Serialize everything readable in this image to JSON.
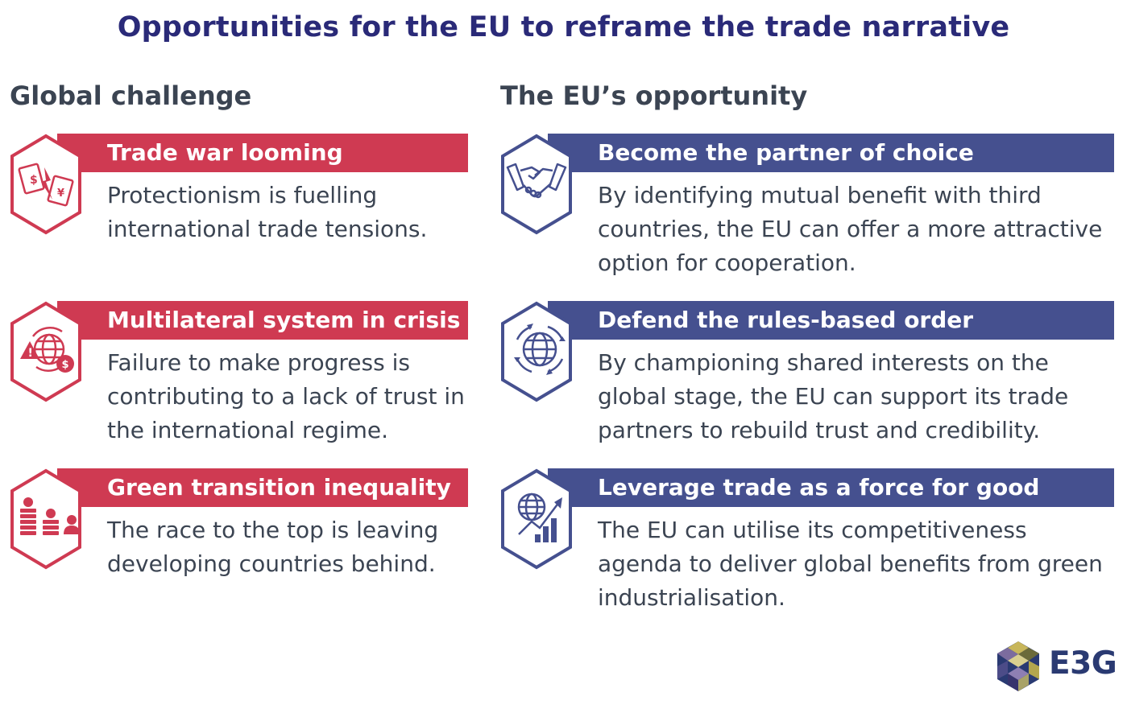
{
  "title": "Opportunities for the EU to reframe the trade narrative",
  "left_heading": "Global challenge",
  "right_heading": "The EU’s opportunity",
  "challenges": [
    {
      "title": "Trade war looming",
      "body": "Protectionism is fuelling international trade tensions.",
      "icon": "currency-conflict-icon"
    },
    {
      "title": "Multilateral system in crisis",
      "body": "Failure to make progress is contributing to a lack of trust in the international regime.",
      "icon": "globe-warning-icon"
    },
    {
      "title": "Green transition inequality",
      "body": "The race to the top is leaving developing countries behind.",
      "icon": "inequality-people-icon"
    }
  ],
  "opportunities": [
    {
      "title": "Become the partner of choice",
      "body": "By identifying mutual benefit with third countries, the EU can offer a more attractive option for cooperation.",
      "icon": "handshake-icon"
    },
    {
      "title": "Defend the rules-based order",
      "body": "By championing shared interests on the global stage, the EU can support its trade partners to rebuild trust and credibility.",
      "icon": "globe-arrows-icon"
    },
    {
      "title": "Leverage trade as a force for good",
      "body": "The EU can utilise its competitiveness agenda to deliver global benefits from green industrialisation.",
      "icon": "globe-growth-chart-icon"
    }
  ],
  "colors": {
    "red": "#cf3a52",
    "blue": "#45508f",
    "title": "#2a2a78",
    "text": "#3b4452"
  },
  "logo": {
    "text": "E3G"
  }
}
